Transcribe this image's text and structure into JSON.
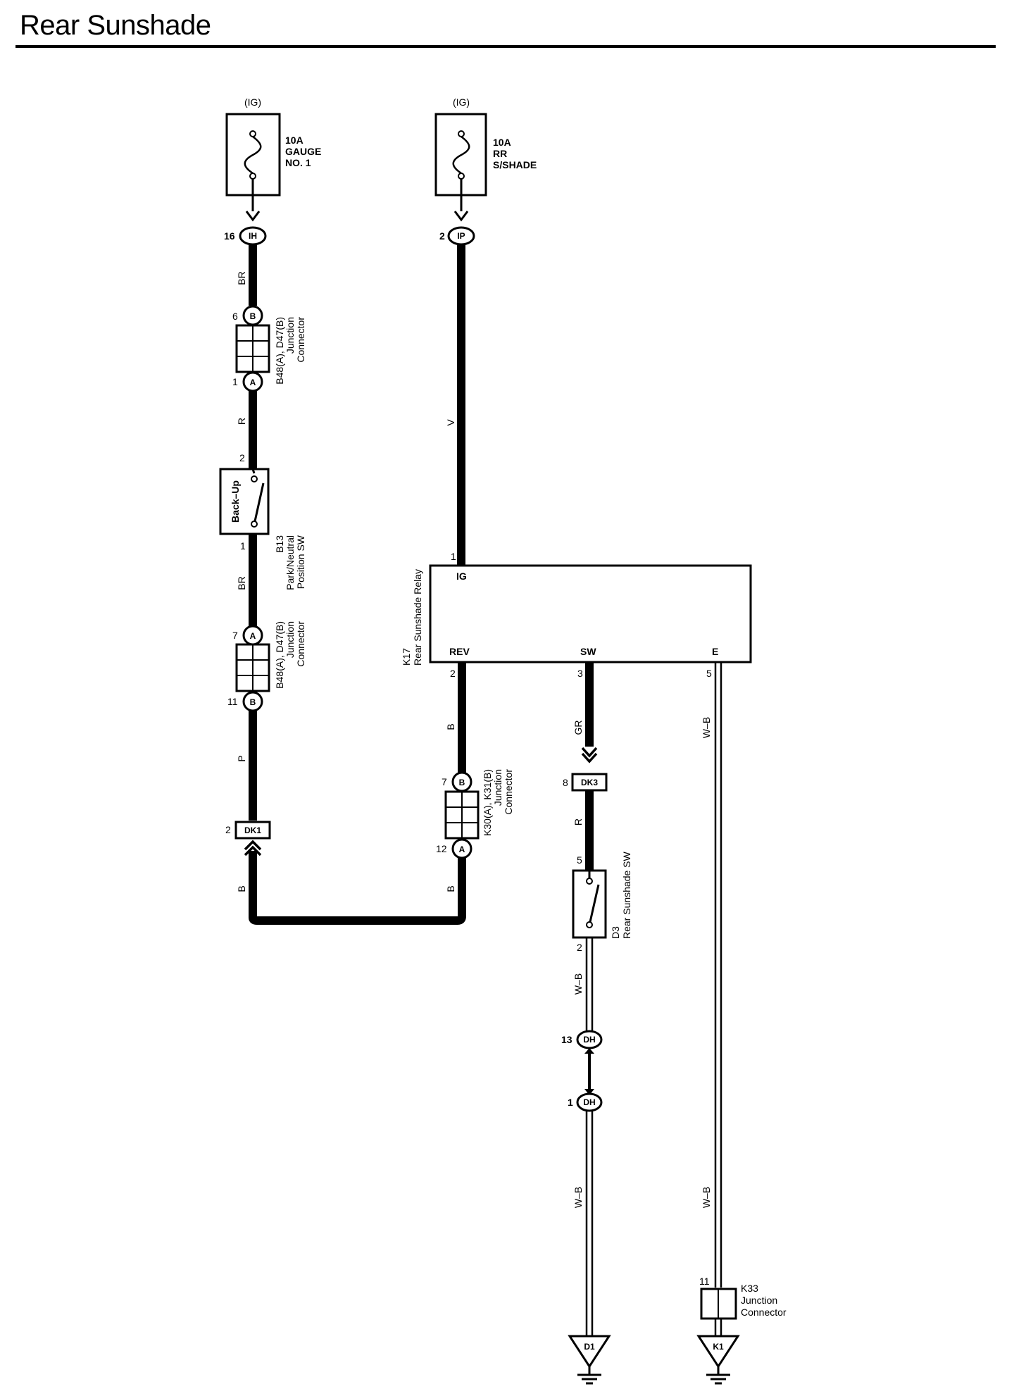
{
  "title": "Rear Sunshade",
  "fuses": [
    {
      "supply": "(IG)",
      "lines": [
        "10A",
        "GAUGE",
        "NO. 1"
      ]
    },
    {
      "supply": "(IG)",
      "lines": [
        "10A",
        "RR",
        "S/SHADE"
      ]
    }
  ],
  "connectors": {
    "ih": {
      "code": "IH",
      "pin": "16"
    },
    "ip": {
      "code": "IP",
      "pin": "2"
    },
    "b48_top": {
      "pin_top": "6",
      "letter_top": "B",
      "pin_bottom": "1",
      "letter_bottom": "A",
      "lines": [
        "B48(A), D47(B)",
        "Junction",
        "Connector"
      ]
    },
    "b48_bottom": {
      "pin_top": "7",
      "letter_top": "A",
      "pin_bottom": "11",
      "letter_bottom": "B",
      "lines": [
        "B48(A), D47(B)",
        "Junction",
        "Connector"
      ]
    },
    "k30": {
      "pin_top": "7",
      "letter_top": "B",
      "pin_bottom": "12",
      "letter_bottom": "A",
      "lines": [
        "K30(A), K31(B)",
        "Junction",
        "Connector"
      ]
    },
    "dk1": {
      "code": "DK1",
      "pin": "2"
    },
    "dk3": {
      "code": "DK3",
      "pin": "8"
    },
    "dh_top": {
      "code": "DH",
      "pin": "13"
    },
    "dh_bottom": {
      "code": "DH",
      "pin": "1"
    },
    "k33": {
      "pin": "11",
      "lines": [
        "K33",
        "Junction",
        "Connector"
      ]
    }
  },
  "components": {
    "b13": {
      "label": "Back–Up",
      "pin_top": "2",
      "pin_bottom": "1",
      "lines": [
        "B13",
        "Park/Neutral",
        "Position SW"
      ]
    },
    "k17": {
      "lines": [
        "K17",
        "Rear Sunshade Relay"
      ],
      "terminals": [
        {
          "name": "IG",
          "pin": "1"
        },
        {
          "name": "REV",
          "pin": "2"
        },
        {
          "name": "SW",
          "pin": "3"
        },
        {
          "name": "E",
          "pin": "5"
        }
      ]
    },
    "d3": {
      "pin_top": "5",
      "pin_bottom": "2",
      "lines": [
        "D3",
        "Rear Sunshade SW"
      ]
    }
  },
  "grounds": {
    "d1": "D1",
    "k1": "K1"
  },
  "wires": {
    "w_br1": "BR",
    "w_r1": "R",
    "w_br2": "BR",
    "w_p": "P",
    "w_b_dk1": "B",
    "w_v": "V",
    "w_b_rev": "B",
    "w_b_k30": "B",
    "w_gr": "GR",
    "w_r2": "R",
    "w_wb1": "W–B",
    "w_wb2": "W–B",
    "w_wb3": "W–B",
    "w_wb4": "W–B"
  }
}
